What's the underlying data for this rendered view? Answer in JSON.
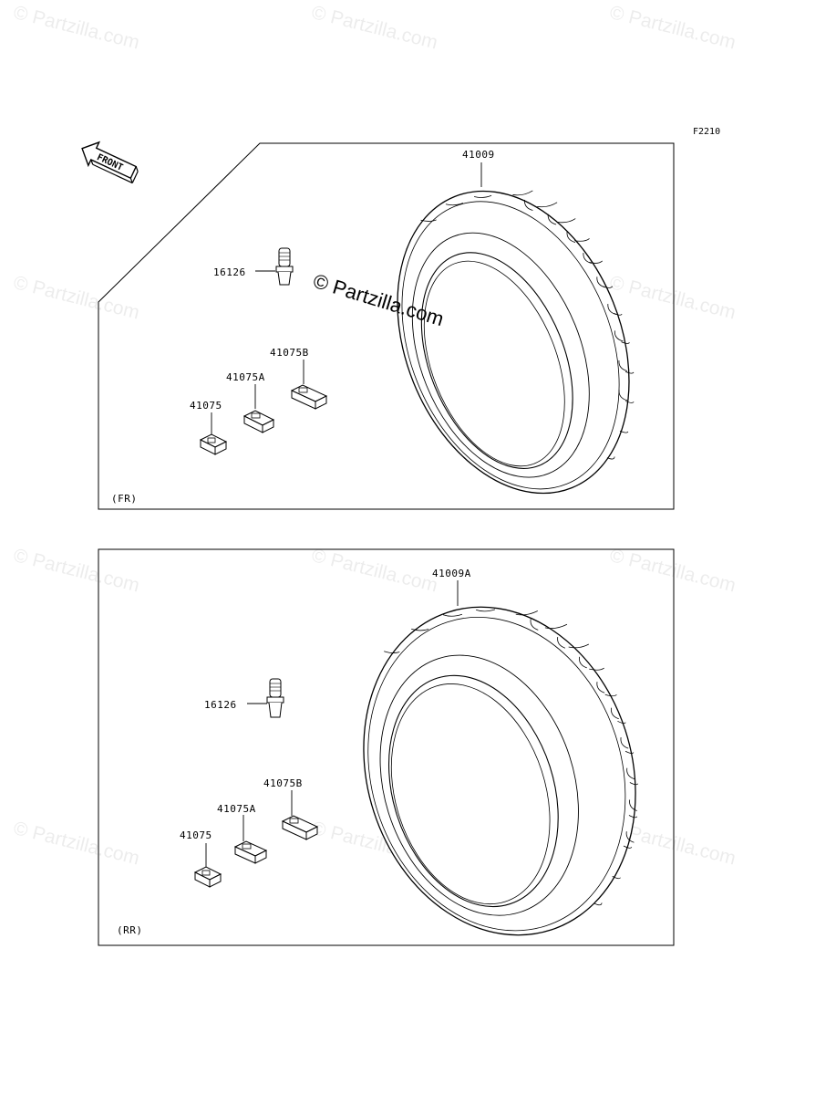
{
  "figure_code": "F2210",
  "front_arrow_text": "FRONT",
  "watermark_center": "© Partzilla.com",
  "watermark_small": "© Partzilla.com",
  "front_panel": {
    "section_label": "(FR)",
    "tire_part": "41009",
    "valve_part": "16126",
    "weights": [
      "41075",
      "41075A",
      "41075B"
    ]
  },
  "rear_panel": {
    "section_label": "(RR)",
    "tire_part": "41009A",
    "valve_part": "16126",
    "weights": [
      "41075",
      "41075A",
      "41075B"
    ]
  }
}
